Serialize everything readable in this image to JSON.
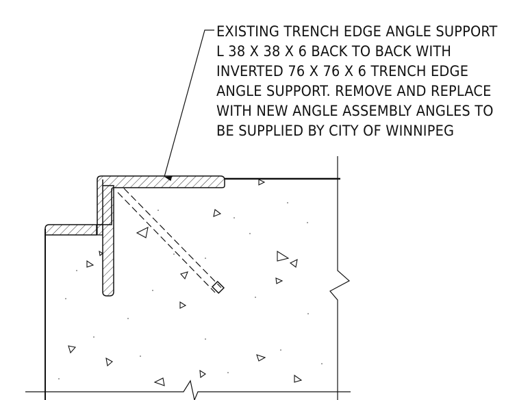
{
  "callout": {
    "lines": [
      "EXISTING TRENCH EDGE ANGLE SUPPORT",
      "L 38 X 38 X 6 BACK TO BACK WITH",
      "INVERTED 76 X 76 X 6 TRENCH EDGE",
      "ANGLE SUPPORT. REMOVE AND REPLACE",
      "WITH NEW ANGLE ASSEMBLY ANGLES TO",
      "BE SUPPLIED BY CITY OF WINNIPEG"
    ]
  },
  "colors": {
    "ink": "#111111",
    "background": "#ffffff"
  }
}
